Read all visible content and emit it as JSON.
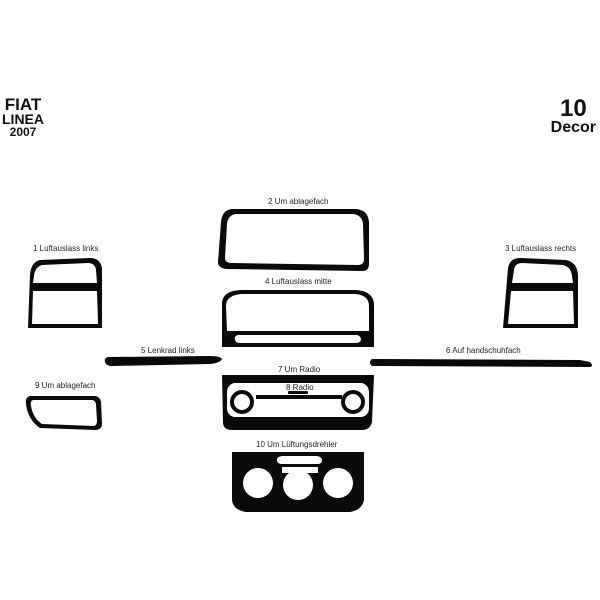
{
  "header": {
    "brand": "FIAT",
    "model": "LINEA",
    "year": "2007",
    "piece_count": "10",
    "piece_type": "Decor"
  },
  "parts": [
    {
      "number": "1",
      "label": "1  Luftauslass links"
    },
    {
      "number": "2",
      "label": "2 Um ablagefach"
    },
    {
      "number": "3",
      "label": "3  Luftauslass rechts"
    },
    {
      "number": "4",
      "label": "4 Luftauslass mitte"
    },
    {
      "number": "5",
      "label": "5 Lenkrad links"
    },
    {
      "number": "6",
      "label": "6 Auf handschuhfach"
    },
    {
      "number": "7",
      "label": "7 Um Radio"
    },
    {
      "number": "8",
      "label": "8 Radio"
    },
    {
      "number": "9",
      "label": "9 Um ablagefach"
    },
    {
      "number": "10",
      "label": "10  Um Lüftungsdrehler"
    }
  ],
  "colors": {
    "part_fill": "#0a0a0a",
    "background": "#ffffff"
  }
}
